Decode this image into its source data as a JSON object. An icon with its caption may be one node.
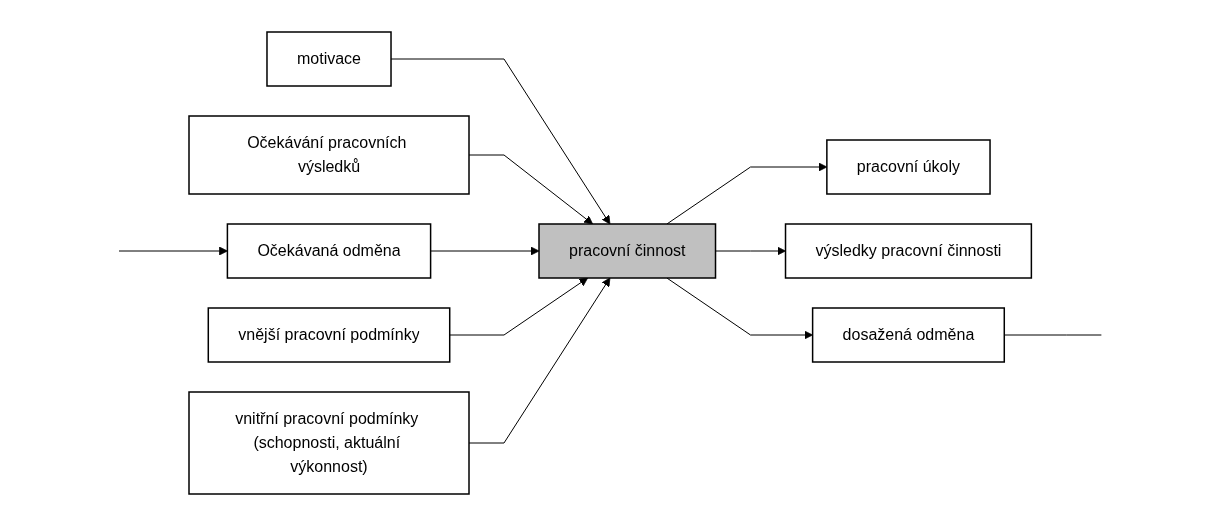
{
  "diagram": {
    "nodes": [
      {
        "text": [
          "motivace"
        ]
      },
      {
        "text": [
          "Očekávání pracovních výsledků"
        ]
      },
      {
        "text": [
          "Očekávaná odměna"
        ]
      },
      {
        "text": [
          "vnější pracovní podmínky"
        ]
      },
      {
        "text": [
          "pracovní činnost"
        ]
      },
      {
        "text": [
          "vnitřní pracovní podmínky (schopnosti, aktuální výkonnost)"
        ]
      },
      {
        "text": [
          "pracovní úkoly"
        ]
      },
      {
        "text": [
          "výsledky pracovní činnosti"
        ]
      },
      {
        "text": [
          "dosažená odměna"
        ]
      }
    ],
    "edges": [
      {
        "from": 0,
        "to": 4,
        "arrow": "to"
      },
      {
        "from": 1,
        "to": 4,
        "arrow": "to"
      },
      {
        "from": 2,
        "to": 4,
        "arrow": "to"
      },
      {
        "from": 3,
        "to": 4,
        "arrow": "to"
      },
      {
        "from": 5,
        "to": 4,
        "arrow": "to"
      },
      {
        "from": 4,
        "to": 6,
        "arrow": "to"
      },
      {
        "from": 4,
        "to": 7,
        "arrow": "to"
      },
      {
        "from": 4,
        "to": 8,
        "arrow": "to"
      },
      {
        "from": null,
        "to": 2,
        "arrow": "to"
      },
      {
        "from": 8,
        "to": null,
        "arrow": "none"
      }
    ]
  }
}
